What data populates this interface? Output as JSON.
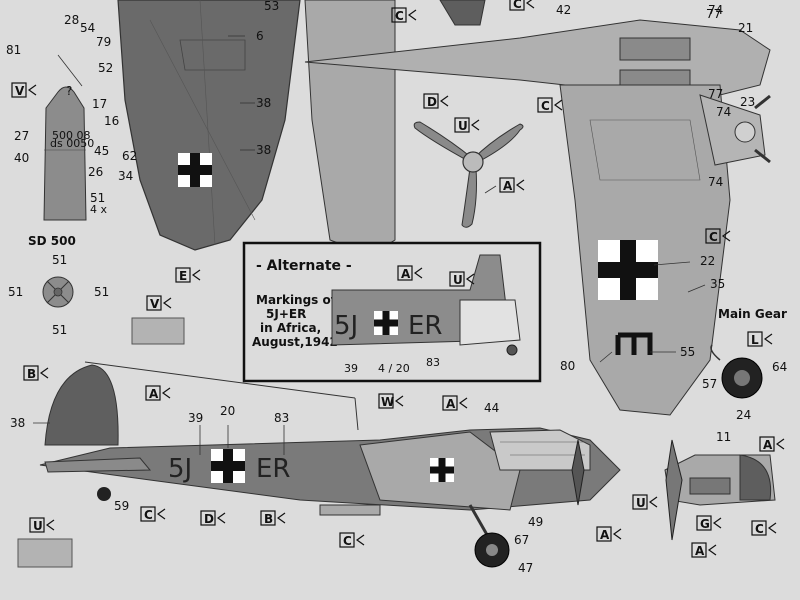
{
  "heading": {
    "bomb": "SD 500",
    "alternate_title": "- Alternate -",
    "alternate_caption": [
      "Markings of",
      "5J+ER",
      "in Africa,",
      "August,1942"
    ],
    "main_gear": "Main Gear"
  },
  "registration": {
    "main_left": "5J",
    "main_right": "ER",
    "alt_left": "5J",
    "alt_right": "ER"
  },
  "bomb_stencils": [
    "500 08",
    "ds 0050"
  ],
  "colors": {
    "background": "#dcdcdc",
    "dark_grey": "#5e5e5e",
    "mid_grey": "#8e8e8e",
    "light_grey": "#a9a9a9",
    "sand": "#b6b6b6",
    "cross_black": "#111111",
    "cross_white": "#ffffff"
  },
  "numbers": [
    {
      "text": "28"
    },
    {
      "text": "54"
    },
    {
      "text": "53"
    },
    {
      "text": "79"
    },
    {
      "text": "6"
    },
    {
      "text": "81"
    },
    {
      "text": "?"
    },
    {
      "text": "52"
    },
    {
      "text": "17"
    },
    {
      "text": "16"
    },
    {
      "text": "38"
    },
    {
      "text": "27"
    },
    {
      "text": "62"
    },
    {
      "text": "45"
    },
    {
      "text": "40"
    },
    {
      "text": "26"
    },
    {
      "text": "38"
    },
    {
      "text": "34"
    },
    {
      "text": "51"
    },
    {
      "text": "4 x"
    },
    {
      "text": "51"
    },
    {
      "text": "51"
    },
    {
      "text": "51"
    },
    {
      "text": "51"
    },
    {
      "text": "42"
    },
    {
      "text": "74"
    },
    {
      "text": "77"
    },
    {
      "text": "21"
    },
    {
      "text": "77"
    },
    {
      "text": "23"
    },
    {
      "text": "74"
    },
    {
      "text": "74"
    },
    {
      "text": "22"
    },
    {
      "text": "35"
    },
    {
      "text": "80"
    },
    {
      "text": "55"
    },
    {
      "text": "64"
    },
    {
      "text": "57"
    },
    {
      "text": "24"
    },
    {
      "text": "39"
    },
    {
      "text": "4 / 20"
    },
    {
      "text": "83"
    },
    {
      "text": "38"
    },
    {
      "text": "39"
    },
    {
      "text": "20"
    },
    {
      "text": "83"
    },
    {
      "text": "44"
    },
    {
      "text": "11"
    },
    {
      "text": "59"
    },
    {
      "text": "49"
    },
    {
      "text": "67"
    },
    {
      "text": "47"
    }
  ],
  "codes": [
    {
      "text": "C"
    },
    {
      "text": "C"
    },
    {
      "text": "D"
    },
    {
      "text": "C"
    },
    {
      "text": "U"
    },
    {
      "text": "A"
    },
    {
      "text": "V"
    },
    {
      "text": "E"
    },
    {
      "text": "V"
    },
    {
      "text": "C"
    },
    {
      "text": "A"
    },
    {
      "text": "U"
    },
    {
      "text": "L"
    },
    {
      "text": "B"
    },
    {
      "text": "A"
    },
    {
      "text": "W"
    },
    {
      "text": "A"
    },
    {
      "text": "A"
    },
    {
      "text": "C"
    },
    {
      "text": "D"
    },
    {
      "text": "B"
    },
    {
      "text": "C"
    },
    {
      "text": "A"
    },
    {
      "text": "U"
    },
    {
      "text": "G"
    },
    {
      "text": "C"
    },
    {
      "text": "A"
    },
    {
      "text": "U"
    }
  ]
}
